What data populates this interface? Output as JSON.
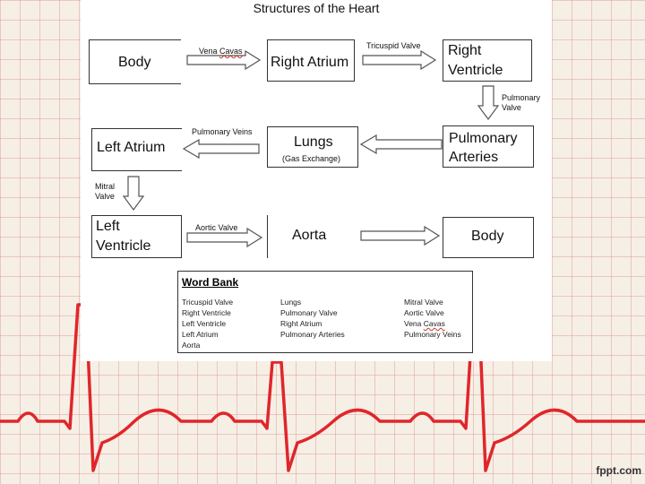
{
  "title": "Structures of the Heart",
  "boxes": {
    "body_left": "Body",
    "right_atrium": "Right Atrium",
    "right_ventricle": [
      "Right",
      "Ventricle"
    ],
    "pulmonary_arteries": [
      "Pulmonary",
      "Arteries"
    ],
    "lungs": "Lungs",
    "gas_exchange": "(Gas Exchange)",
    "left_atrium": "Left Atrium",
    "left_ventricle": [
      "Left",
      "Ventricle"
    ],
    "aorta": "Aorta",
    "body_right": "Body"
  },
  "arrow_labels": {
    "vena_cavas": [
      "Vena ",
      "Cavas"
    ],
    "tricuspid": "Tricuspid Valve",
    "pulmonary_valve": [
      "Pulmonary",
      "Valve"
    ],
    "pulmonary_veins": "Pulmonary Veins",
    "mitral": [
      "Mitral",
      "Valve"
    ],
    "aortic": "Aortic Valve"
  },
  "word_bank": {
    "title": "Word Bank",
    "col1": [
      "Tricuspid Valve",
      "Right Ventricle",
      "Left Ventricle",
      "Left Atrium",
      "Aorta"
    ],
    "col2": [
      "Lungs",
      "Pulmonary Valve",
      "Right Atrium",
      "Pulmonary Arteries"
    ],
    "col3": [
      "Mitral Valve",
      "Aortic Valve",
      "Vena ",
      "Cavas",
      "Pulmonary Veins"
    ]
  },
  "footer": "fppt.com",
  "colors": {
    "ecg": "#e0262b",
    "grid": "#e2a79a"
  }
}
